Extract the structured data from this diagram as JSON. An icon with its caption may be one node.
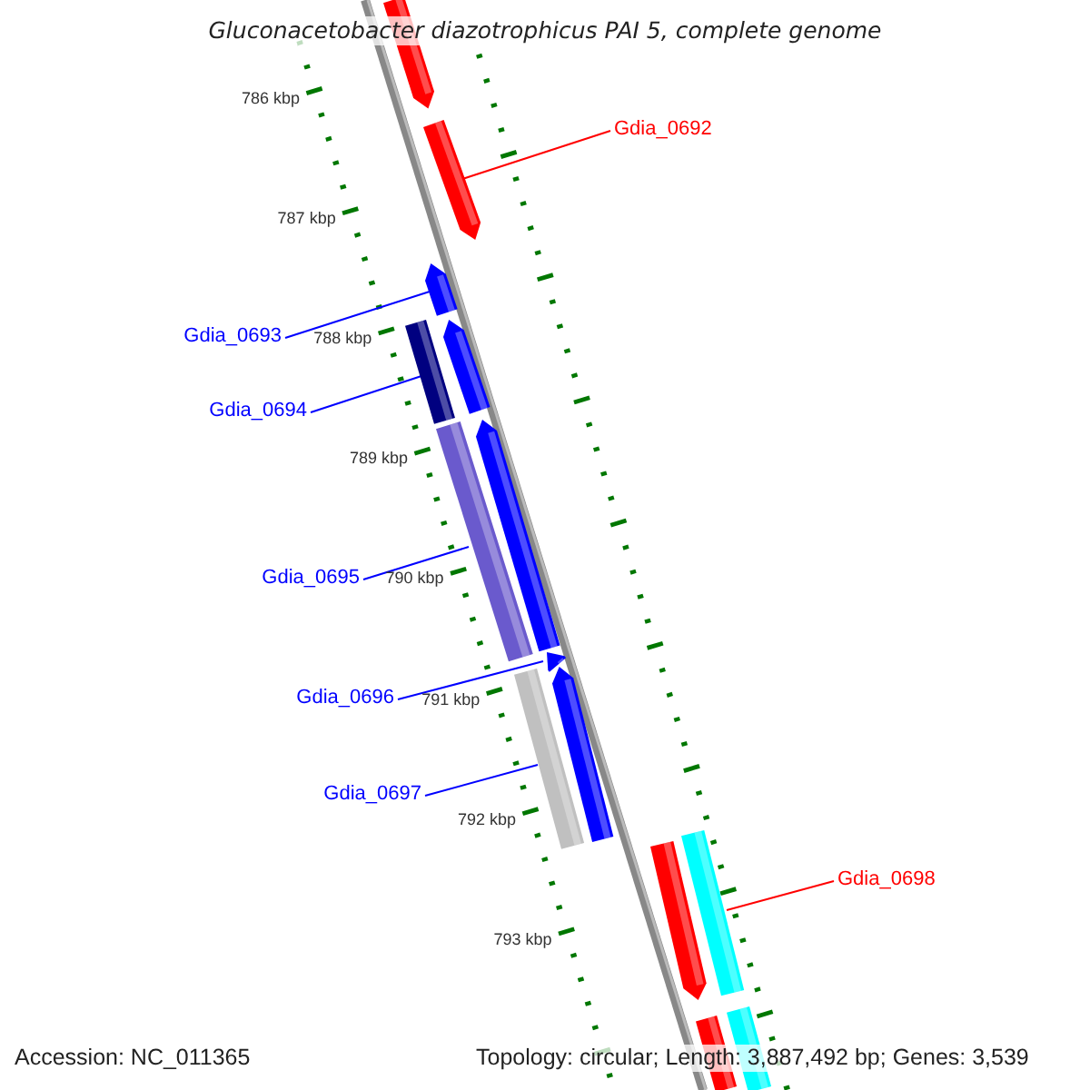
{
  "diagram": {
    "title": "Gluconacetobacter diazotrophicus PAI 5, complete genome",
    "nodes": [
      {
        "text": [
          "Gdia_0692"
        ]
      },
      {
        "text": [
          "Gdia_0693"
        ]
      },
      {
        "text": [
          "Gdia_0694"
        ]
      },
      {
        "text": [
          "Gdia_0695"
        ]
      },
      {
        "text": [
          "Gdia_0696"
        ]
      },
      {
        "text": [
          "Gdia_0697"
        ]
      },
      {
        "text": [
          "Gdia_0698"
        ]
      },
      {
        "text": [],
        "shape": "arrow"
      },
      {
        "text": [],
        "shape": "arrow"
      },
      {
        "text": [],
        "shape": "arrow"
      },
      {
        "text": [],
        "shape": "arrow"
      },
      {
        "text": [],
        "shape": "bar"
      },
      {
        "text": [],
        "shape": "bar"
      },
      {
        "text": [],
        "shape": "arrow"
      },
      {
        "text": [],
        "shape": "arrow"
      },
      {
        "text": [],
        "shape": "arrow"
      },
      {
        "text": [],
        "shape": "bar"
      },
      {
        "text": [],
        "shape": "bar"
      },
      {
        "text": [],
        "shape": "arrow"
      },
      {
        "text": [],
        "shape": "bar"
      },
      {
        "text": [],
        "shape": "bar"
      }
    ],
    "edges": [
      {
        "from": 0,
        "to": 8,
        "arrow": "none",
        "color": "#ff0000"
      },
      {
        "from": 1,
        "to": 9,
        "arrow": "none"
      },
      {
        "from": 2,
        "to": 11,
        "arrow": "none"
      },
      {
        "from": 3,
        "to": 12,
        "arrow": "none"
      },
      {
        "from": 4,
        "to": 14,
        "arrow": "none"
      },
      {
        "from": 5,
        "to": 16,
        "arrow": "none"
      },
      {
        "from": 6,
        "to": 17,
        "arrow": "none",
        "color": "#ff0000"
      }
    ],
    "labels": [
      "786 kbp",
      "787 kbp",
      "788 kbp",
      "789 kbp",
      "790 kbp",
      "791 kbp",
      "792 kbp",
      "793 kbp",
      "Accession: NC_011365",
      "Topology: circular; Length: 3,887,492 bp; Genes: 3,539"
    ]
  }
}
